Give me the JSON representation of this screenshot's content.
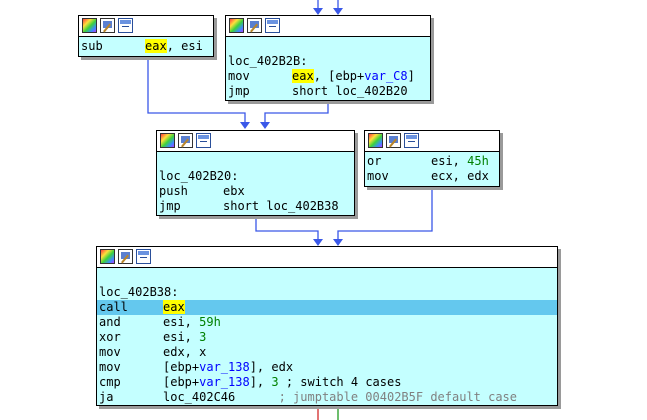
{
  "colors": {
    "node_background": "#c4ffff",
    "selected_line": "#64c8ee",
    "highlight": "#ffff00",
    "edge_blue": "#3a58e8",
    "edge_red": "#d22828",
    "edge_green": "#1e9a1e",
    "number": "#008000",
    "variable": "#0000ff",
    "comment": "#808080"
  },
  "header_icons": [
    "graph-colors-icon",
    "edit-node-icon",
    "node-view-icon"
  ],
  "nodes": {
    "sub_node": {
      "lines": [
        {
          "mnemonic": "sub",
          "operands": [
            {
              "t": "eax",
              "s": "yl"
            },
            {
              "t": ", esi",
              "s": ""
            }
          ]
        }
      ]
    },
    "loc_402B2B": {
      "label": "loc_402B2B:",
      "lines": [
        {
          "mnemonic": "mov",
          "operands": [
            {
              "t": "eax",
              "s": "yl"
            },
            {
              "t": ", [ebp+",
              "s": ""
            },
            {
              "t": "var_C8",
              "s": "var"
            },
            {
              "t": "]",
              "s": ""
            }
          ]
        },
        {
          "mnemonic": "jmp",
          "operands": [
            {
              "t": "short loc_402B20",
              "s": ""
            }
          ]
        }
      ]
    },
    "loc_402B20": {
      "label": "loc_402B20:",
      "lines": [
        {
          "mnemonic": "push",
          "operands": [
            {
              "t": "ebx",
              "s": ""
            }
          ]
        },
        {
          "mnemonic": "jmp",
          "operands": [
            {
              "t": "short loc_402B38",
              "s": ""
            }
          ]
        }
      ]
    },
    "or_node": {
      "lines": [
        {
          "mnemonic": "or",
          "operands": [
            {
              "t": "esi, ",
              "s": ""
            },
            {
              "t": "45h",
              "s": "num"
            }
          ]
        },
        {
          "mnemonic": "mov",
          "operands": [
            {
              "t": "ecx, edx",
              "s": ""
            }
          ]
        }
      ]
    },
    "loc_402B38": {
      "label": "loc_402B38:",
      "lines": [
        {
          "mnemonic": "call",
          "operands": [
            {
              "t": "eax",
              "s": "yl"
            }
          ],
          "selected": true
        },
        {
          "mnemonic": "and",
          "operands": [
            {
              "t": "esi, ",
              "s": ""
            },
            {
              "t": "59h",
              "s": "num"
            }
          ]
        },
        {
          "mnemonic": "xor",
          "operands": [
            {
              "t": "esi, ",
              "s": ""
            },
            {
              "t": "3",
              "s": "num"
            }
          ]
        },
        {
          "mnemonic": "mov",
          "operands": [
            {
              "t": "edx, x",
              "s": ""
            }
          ]
        },
        {
          "mnemonic": "mov",
          "operands": [
            {
              "t": "[ebp+",
              "s": ""
            },
            {
              "t": "var_138",
              "s": "var"
            },
            {
              "t": "], edx",
              "s": ""
            }
          ]
        },
        {
          "mnemonic": "cmp",
          "operands": [
            {
              "t": "[ebp+",
              "s": ""
            },
            {
              "t": "var_138",
              "s": "var"
            },
            {
              "t": "], ",
              "s": ""
            },
            {
              "t": "3",
              "s": "num"
            },
            {
              "t": " ; switch 4 cases",
              "s": ""
            }
          ]
        },
        {
          "mnemonic": "ja",
          "operands": [
            {
              "t": "loc_402C46",
              "s": ""
            },
            {
              "t": "      ; jumptable 00402B5F default case",
              "s": "cmt"
            }
          ]
        }
      ]
    }
  }
}
